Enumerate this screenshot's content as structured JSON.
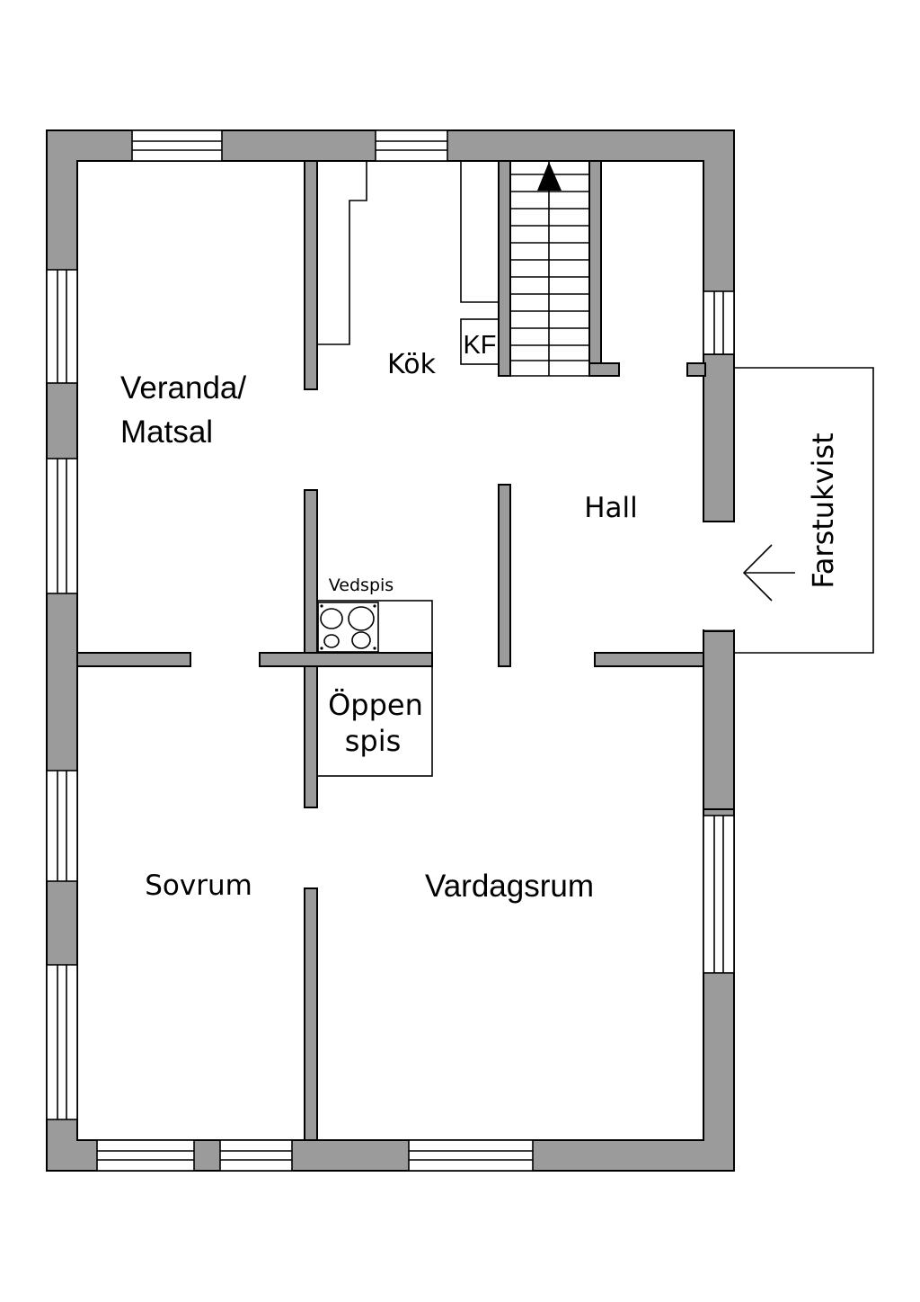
{
  "plan": {
    "rooms": {
      "veranda_line1": "Veranda/",
      "veranda_line2": "Matsal",
      "kok": "Kök",
      "hall": "Hall",
      "sovrum": "Sovrum",
      "vardagsrum": "Vardagsrum"
    },
    "fixtures": {
      "kf": "KF",
      "vedspis": "Vedspis",
      "oppen_line1": "Öppen",
      "oppen_line2": "spis"
    },
    "porch": "Farstukvist"
  }
}
